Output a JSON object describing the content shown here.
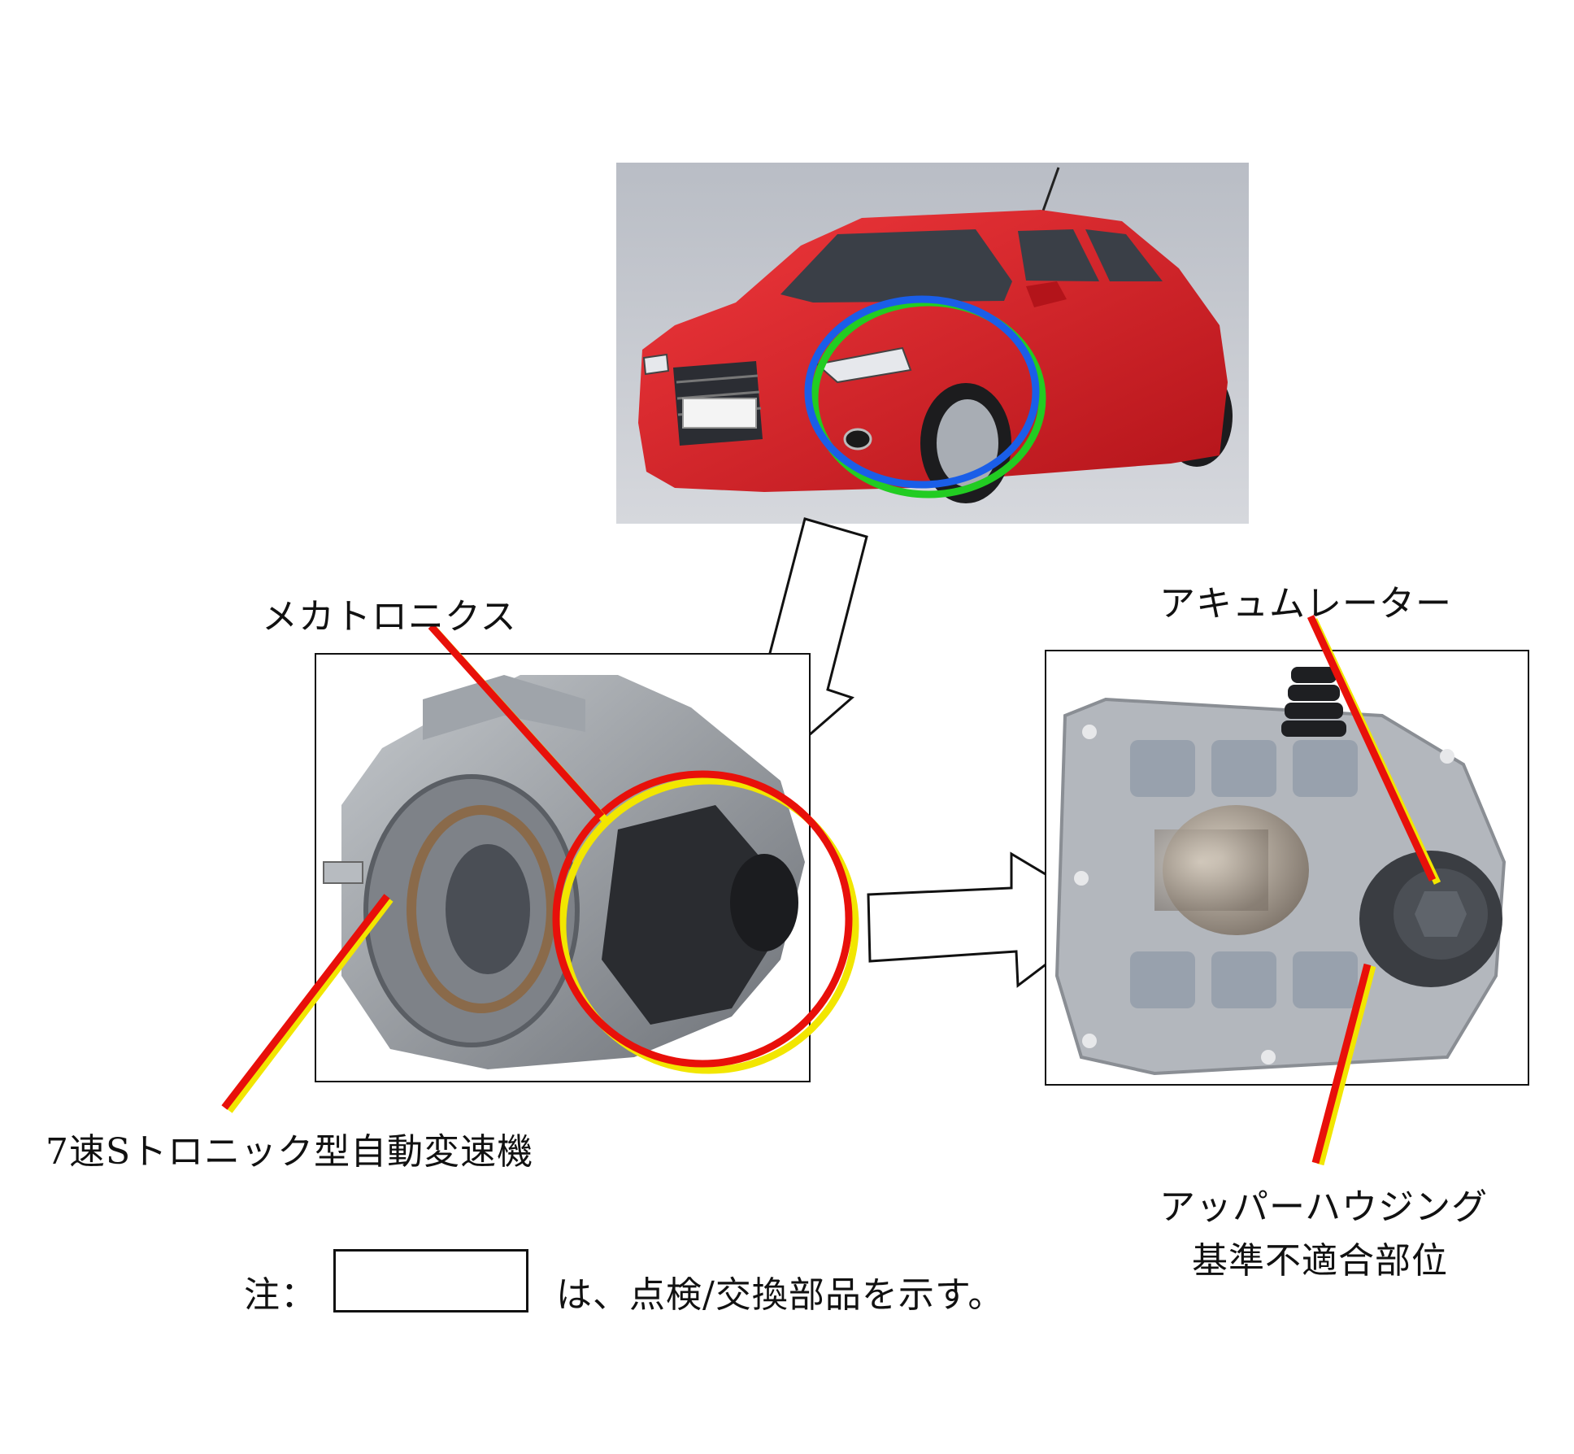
{
  "labels": {
    "mechatronics": "メカトロニクス",
    "transmission": "7速Sトロニック型自動変速機",
    "accumulator": "アキュムレーター",
    "upper_housing_line1": "アッパーハウジング",
    "upper_housing_line2": "基準不適合部位"
  },
  "note": {
    "prefix": "注：",
    "suffix": "は、点検/交換部品を示す。"
  },
  "colors": {
    "car_body": "#d8222a",
    "photo_background": "#c9ccd3",
    "highlight_blue": "#1a5ee8",
    "highlight_green": "#22cc22",
    "highlight_red": "#e8100a",
    "highlight_yellow": "#f2e600",
    "part_gray": "#8f949a",
    "part_dark": "#2a2c30"
  },
  "icons": [
    "car-photo",
    "transmission-photo",
    "valve-body-photo",
    "hollow-arrow-down",
    "hollow-arrow-right"
  ]
}
